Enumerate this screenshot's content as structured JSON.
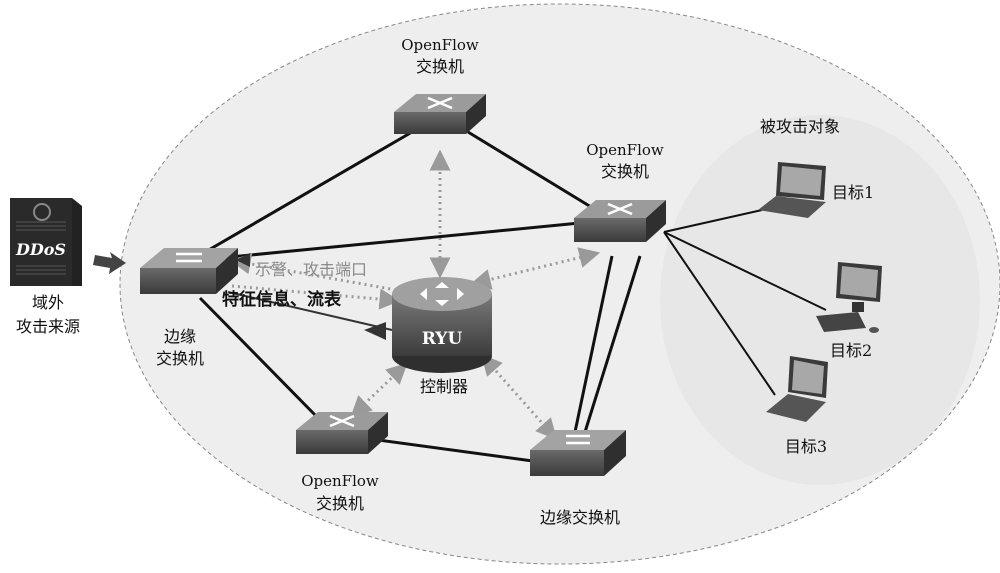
{
  "diagram": {
    "nodes": {
      "openflow_top": {
        "line1": "OpenFlow",
        "line2": "交换机"
      },
      "openflow_right": {
        "line1": "OpenFlow",
        "line2": "交换机"
      },
      "openflow_bottom": {
        "line1": "OpenFlow",
        "line2": "交换机"
      },
      "edge_left": {
        "line1": "边缘",
        "line2": "交换机"
      },
      "edge_bottom": {
        "label": "边缘交换机"
      },
      "controller": {
        "badge": "RYU",
        "label": "控制器"
      },
      "ddos": {
        "badge": "DDoS",
        "line1": "域外",
        "line2": "攻击来源"
      }
    },
    "targets": {
      "group_title": "被攻击对象",
      "t1": "目标1",
      "t2": "目标2",
      "t3": "目标3"
    },
    "annotations": {
      "alert": "示警、攻击端口",
      "features": "特征信息、流表"
    }
  }
}
